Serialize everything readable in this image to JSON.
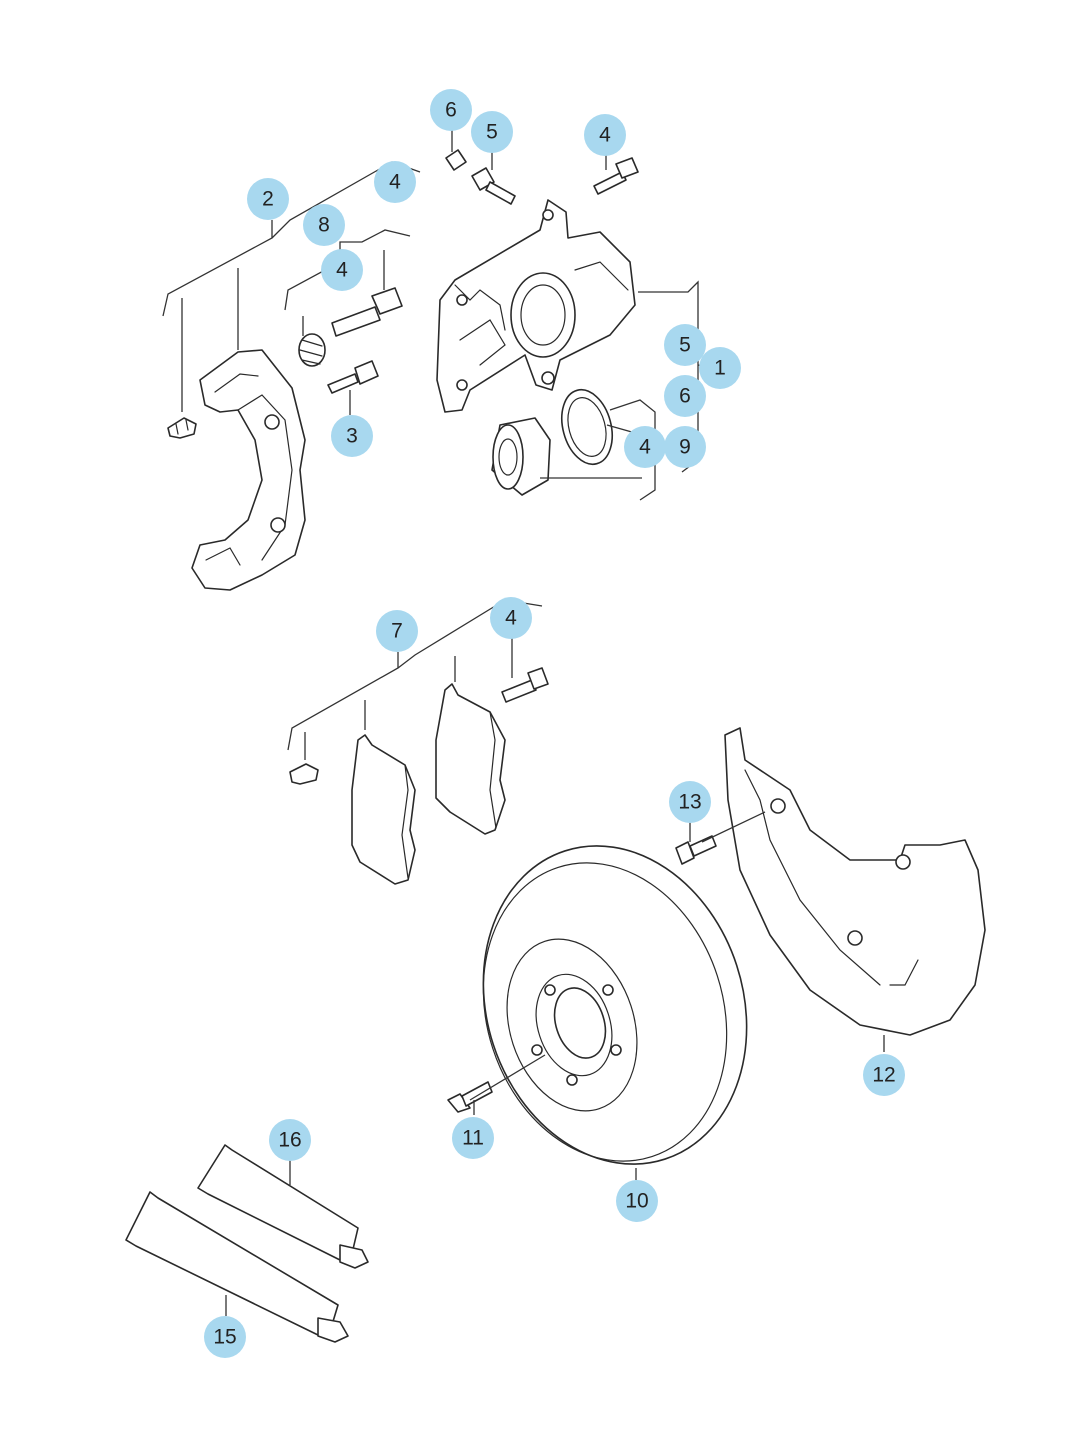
{
  "colors": {
    "callout_fill": "#a8d8ef",
    "line": "#2a2a2a",
    "background": "#ffffff"
  },
  "callouts": [
    {
      "id": "c-1",
      "label": "1"
    },
    {
      "id": "c-2",
      "label": "2"
    },
    {
      "id": "c-3",
      "label": "3"
    },
    {
      "id": "c-4a",
      "label": "4"
    },
    {
      "id": "c-4b",
      "label": "4"
    },
    {
      "id": "c-4c",
      "label": "4"
    },
    {
      "id": "c-4d",
      "label": "4"
    },
    {
      "id": "c-4e",
      "label": "4"
    },
    {
      "id": "c-5a",
      "label": "5"
    },
    {
      "id": "c-5b",
      "label": "5"
    },
    {
      "id": "c-6a",
      "label": "6"
    },
    {
      "id": "c-6b",
      "label": "6"
    },
    {
      "id": "c-7",
      "label": "7"
    },
    {
      "id": "c-8",
      "label": "8"
    },
    {
      "id": "c-9",
      "label": "9"
    },
    {
      "id": "c-10",
      "label": "10"
    },
    {
      "id": "c-11",
      "label": "11"
    },
    {
      "id": "c-12",
      "label": "12"
    },
    {
      "id": "c-13",
      "label": "13"
    },
    {
      "id": "c-15",
      "label": "15"
    },
    {
      "id": "c-16",
      "label": "16"
    }
  ]
}
